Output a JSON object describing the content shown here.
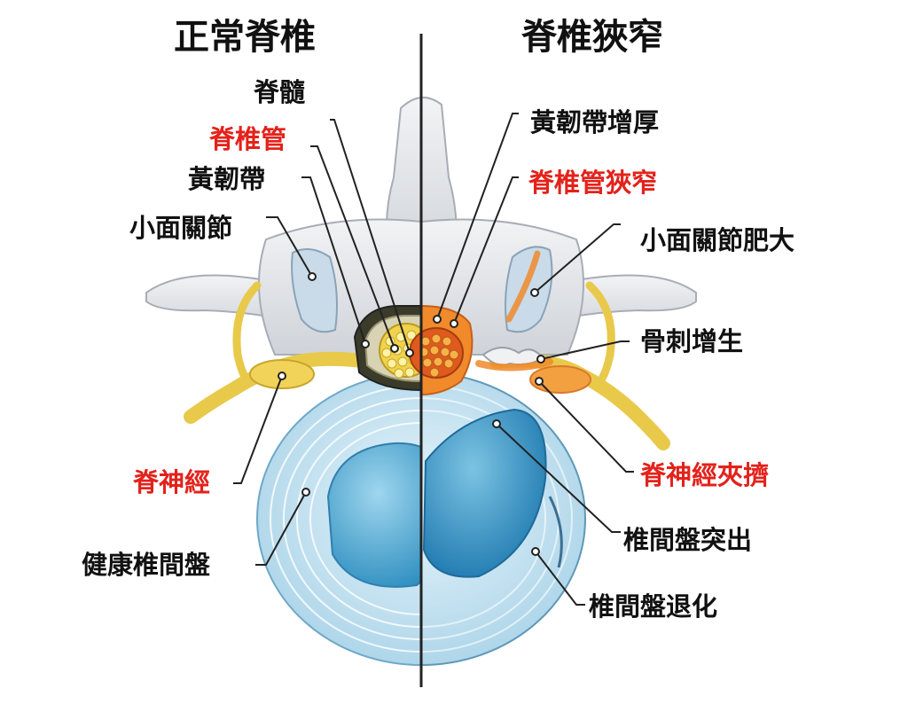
{
  "titles": {
    "normal": "正常脊椎",
    "stenosis": "脊椎狹窄"
  },
  "labels_left": {
    "spinal_cord": "脊髓",
    "spinal_canal": "脊椎管",
    "ligamentum_flavum": "黃韌帶",
    "facet_joint": "小面關節",
    "spinal_nerve": "脊神經",
    "healthy_disc": "健康椎間盤"
  },
  "labels_right": {
    "ligament_thickening": "黃韌帶增厚",
    "canal_narrowing": "脊椎管狹窄",
    "facet_hypertrophy": "小面關節肥大",
    "bone_spur": "骨刺增生",
    "nerve_compression": "脊神經夾擠",
    "disc_herniation": "椎間盤突出",
    "disc_degeneration": "椎間盤退化"
  },
  "colors": {
    "label_black": "#111111",
    "label_red": "#e3221b",
    "bone": "#e4e6ea",
    "nerve": "#e8c94a",
    "disc": "#bfe0ef",
    "nucleus": "#4aa3d0",
    "inflammation": "#f08a2b"
  }
}
